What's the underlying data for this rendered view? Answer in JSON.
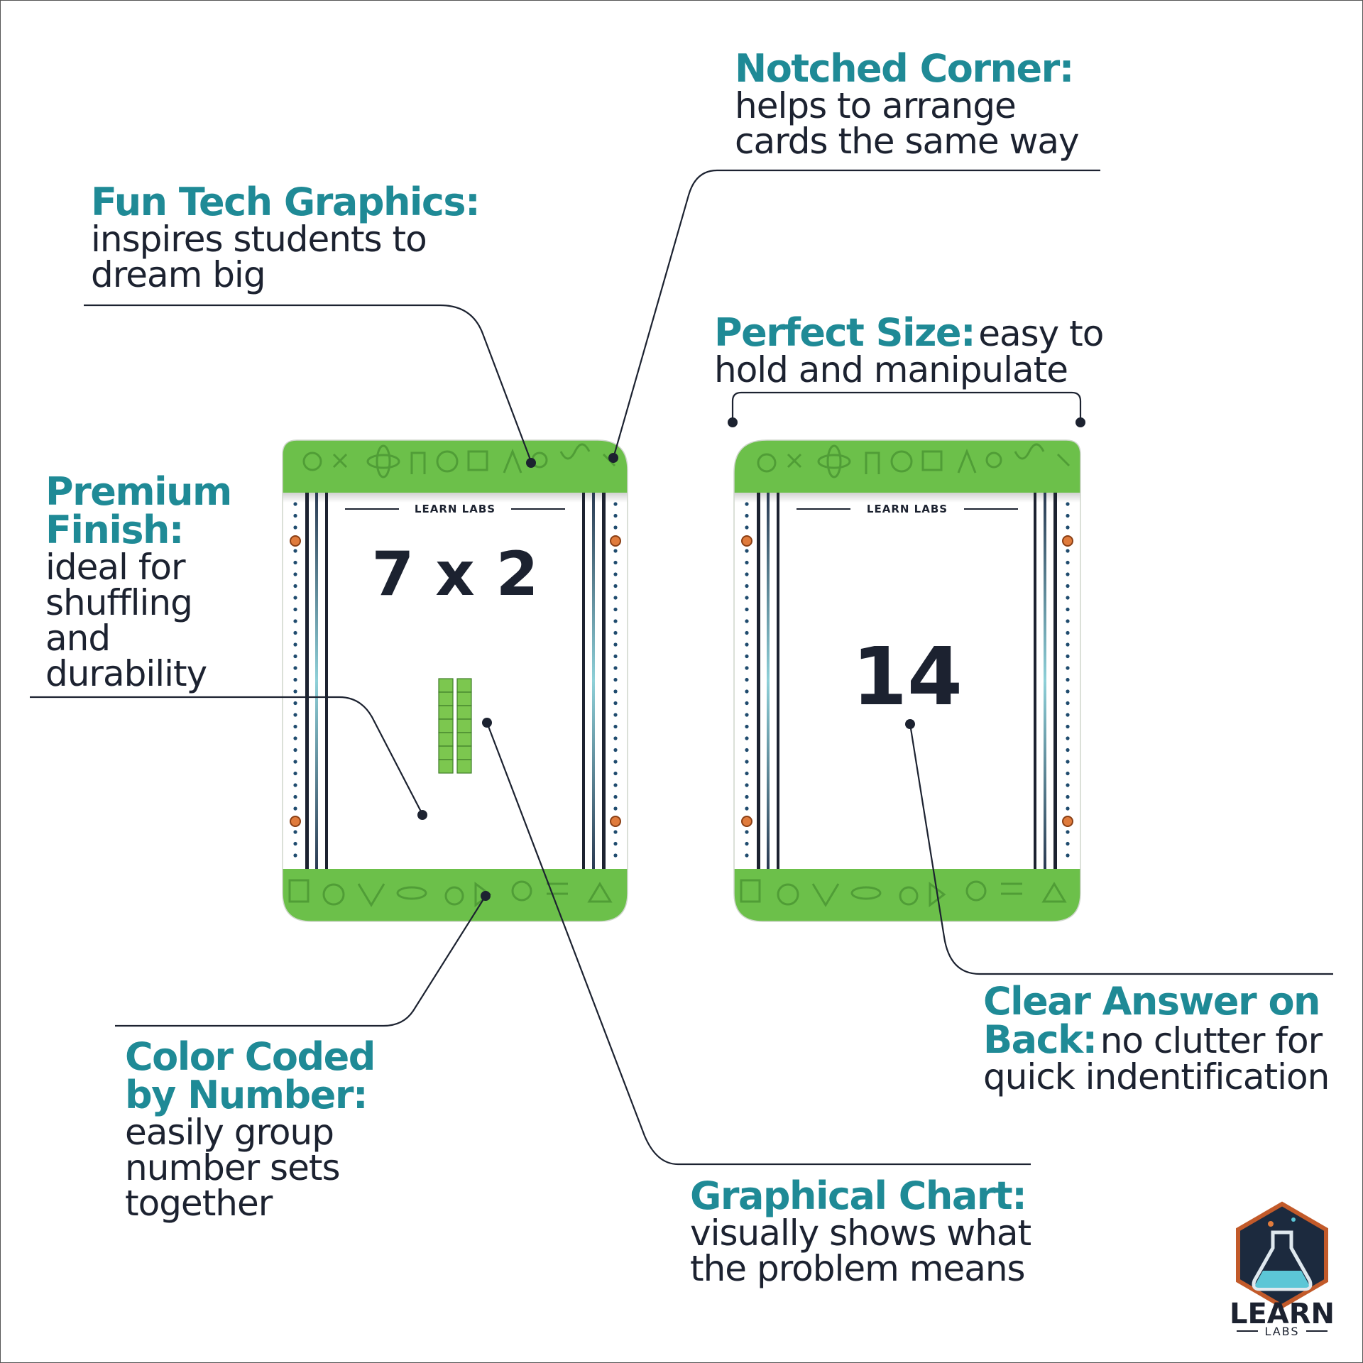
{
  "callouts": {
    "notched_corner": {
      "title": "Notched Corner:",
      "lines": [
        "helps to arrange",
        "cards the same way"
      ]
    },
    "fun_tech": {
      "title": "Fun Tech Graphics:",
      "lines": [
        "inspires students to",
        "dream big"
      ]
    },
    "perfect_size": {
      "title": "Perfect Size:",
      "desc_inline": "easy to",
      "desc_rest": "hold and manipulate"
    },
    "premium_finish": {
      "title_lines": [
        "Premium",
        "Finish:"
      ],
      "lines": [
        "ideal for",
        "shuffling",
        "and",
        "durability"
      ]
    },
    "clear_answer": {
      "title_line1": "Clear Answer on",
      "title_line2": "Back:",
      "desc_inline": "no clutter for",
      "desc_rest": "quick indentification"
    },
    "color_coded": {
      "title_lines": [
        "Color Coded",
        "by Number:"
      ],
      "lines": [
        "easily group",
        "number sets",
        "together"
      ]
    },
    "graphical_chart": {
      "title": "Graphical Chart:",
      "lines": [
        "visually shows what",
        "the problem means"
      ]
    }
  },
  "card_front": {
    "brand": "LEARN LABS",
    "question": "7 x 2"
  },
  "card_back": {
    "brand": "LEARN LABS",
    "answer": "14"
  },
  "logo": {
    "word": "LEARN",
    "sub": "LABS",
    "icon": "flask-hexagon-icon"
  },
  "colors": {
    "teal": "#1f8a96",
    "navy": "#1c2230",
    "card_green": "#6cc04a",
    "card_green_dark": "#4e9a35",
    "dot_orange": "#e07b3c"
  }
}
